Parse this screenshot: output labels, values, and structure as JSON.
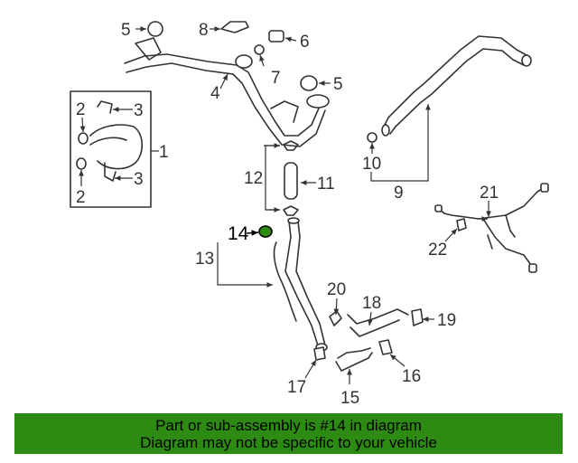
{
  "callouts": {
    "c1": "1",
    "c2a": "2",
    "c2b": "2",
    "c3a": "3",
    "c3b": "3",
    "c4": "4",
    "c5a": "5",
    "c5b": "5",
    "c6": "6",
    "c7": "7",
    "c8": "8",
    "c9": "9",
    "c10": "10",
    "c11": "11",
    "c12": "12",
    "c13": "13",
    "c14": "14",
    "c15": "15",
    "c16": "16",
    "c17": "17",
    "c18": "18",
    "c19": "19",
    "c20": "20",
    "c21": "21",
    "c22": "22"
  },
  "highlight_color": "#2d8a12",
  "banner": {
    "line1": "Part or sub-assembly is #14 in diagram",
    "line2": "Diagram may not be specific to your vehicle"
  }
}
